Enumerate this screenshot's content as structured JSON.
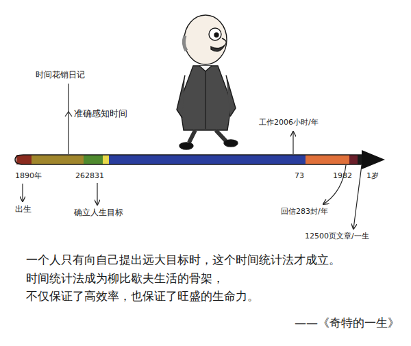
{
  "diagram": {
    "labels": [
      "时间花销日记",
      "准确感知时间",
      "工作2006小时/年",
      "1890年",
      "26",
      "28",
      "31",
      "73",
      "1982",
      "1岁",
      "出生",
      "确立人生目标",
      "回信283封/年",
      "12500页文章/一生",
      "一个人只有向自己提出远大目标时，这个时间统计法才成立。",
      "时间统计法成为柳比歇夫生活的骨架， 不仅保证了高效率，也保证了旺盛的生命力。",
      "——《奇特的一生》"
    ]
  }
}
